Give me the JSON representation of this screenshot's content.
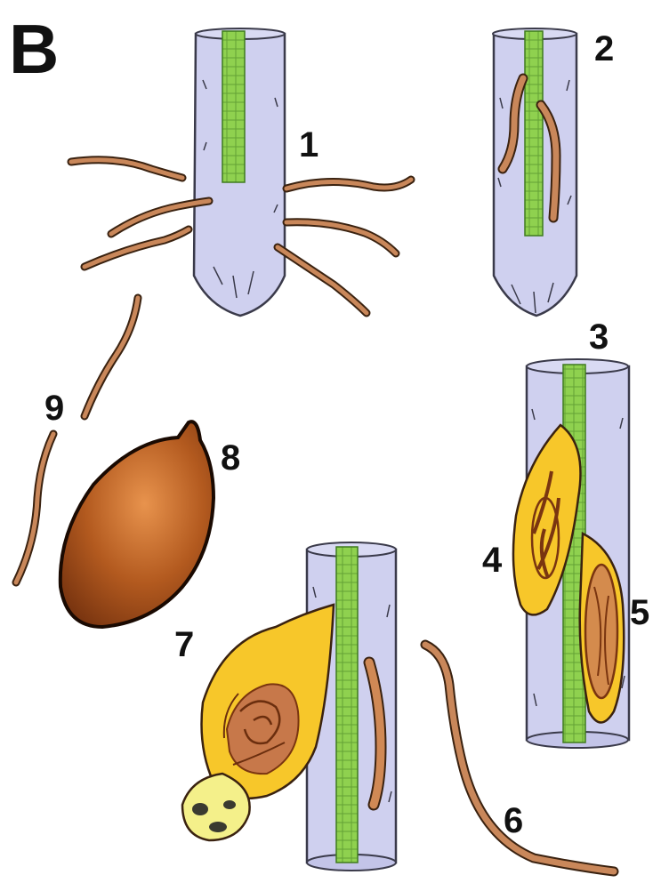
{
  "panel_label": "B",
  "stage_labels": [
    "1",
    "2",
    "3",
    "4",
    "5",
    "6",
    "7",
    "8",
    "9"
  ],
  "colors": {
    "root_fill": "#cfd0ef",
    "root_stroke": "#3a3a4a",
    "stele_fill": "#8fd14f",
    "stele_stroke": "#3f7a1e",
    "nematode_fill": "#c9875a",
    "nematode_stroke": "#3a2210",
    "female_gall_fill": "#f7c72a",
    "egg_mass_fill": "#f4f08a",
    "cyst_fill": "#a8521a",
    "cyst_highlight": "#e0894a"
  }
}
